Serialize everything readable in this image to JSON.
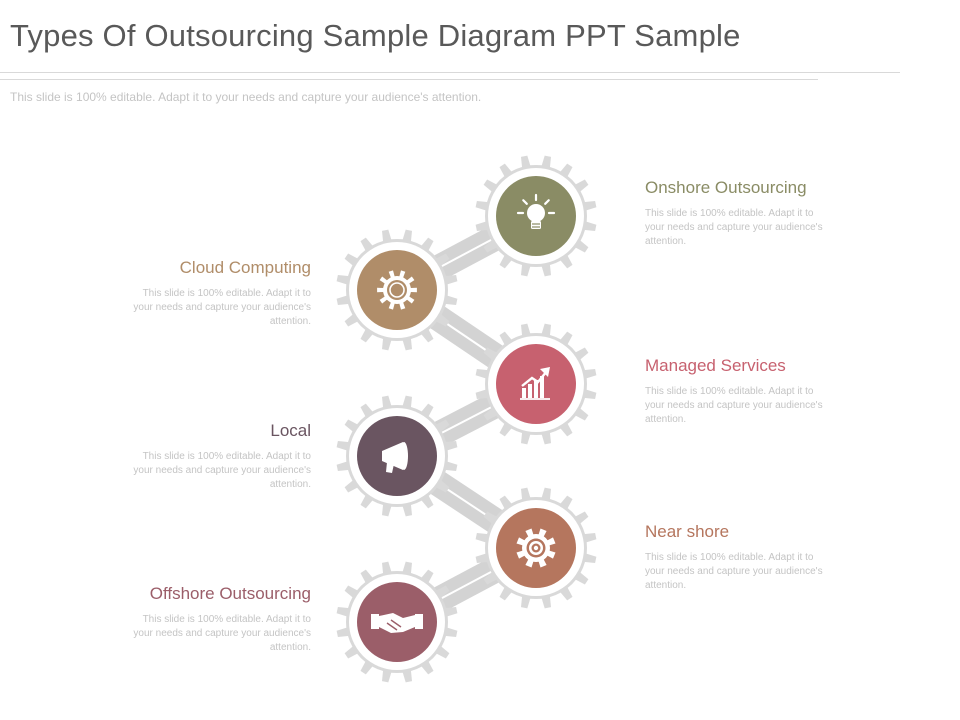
{
  "title": "Types Of Outsourcing Sample Diagram PPT Sample",
  "subtitle": "This slide is 100% editable. Adapt it to your needs and capture your audience's attention.",
  "description": "This slide is 100% editable. Adapt it to your needs and capture your audience's attention.",
  "items": [
    {
      "label": "Onshore Outsourcing",
      "color": "#8a8c65",
      "icon": "lightbulb-icon"
    },
    {
      "label": "Cloud Computing",
      "color": "#b08d69",
      "icon": "cog-icon"
    },
    {
      "label": "Managed Services",
      "color": "#c7616f",
      "icon": "growth-chart-icon"
    },
    {
      "label": "Local",
      "color": "#6a5561",
      "icon": "megaphone-icon"
    },
    {
      "label": "Near shore",
      "color": "#b5765e",
      "icon": "target-gear-icon"
    },
    {
      "label": "Offshore Outsourcing",
      "color": "#9b5e69",
      "icon": "handshake-icon"
    }
  ],
  "gear_color": "#d9d9d9",
  "connector_color": "#d3d3d3"
}
